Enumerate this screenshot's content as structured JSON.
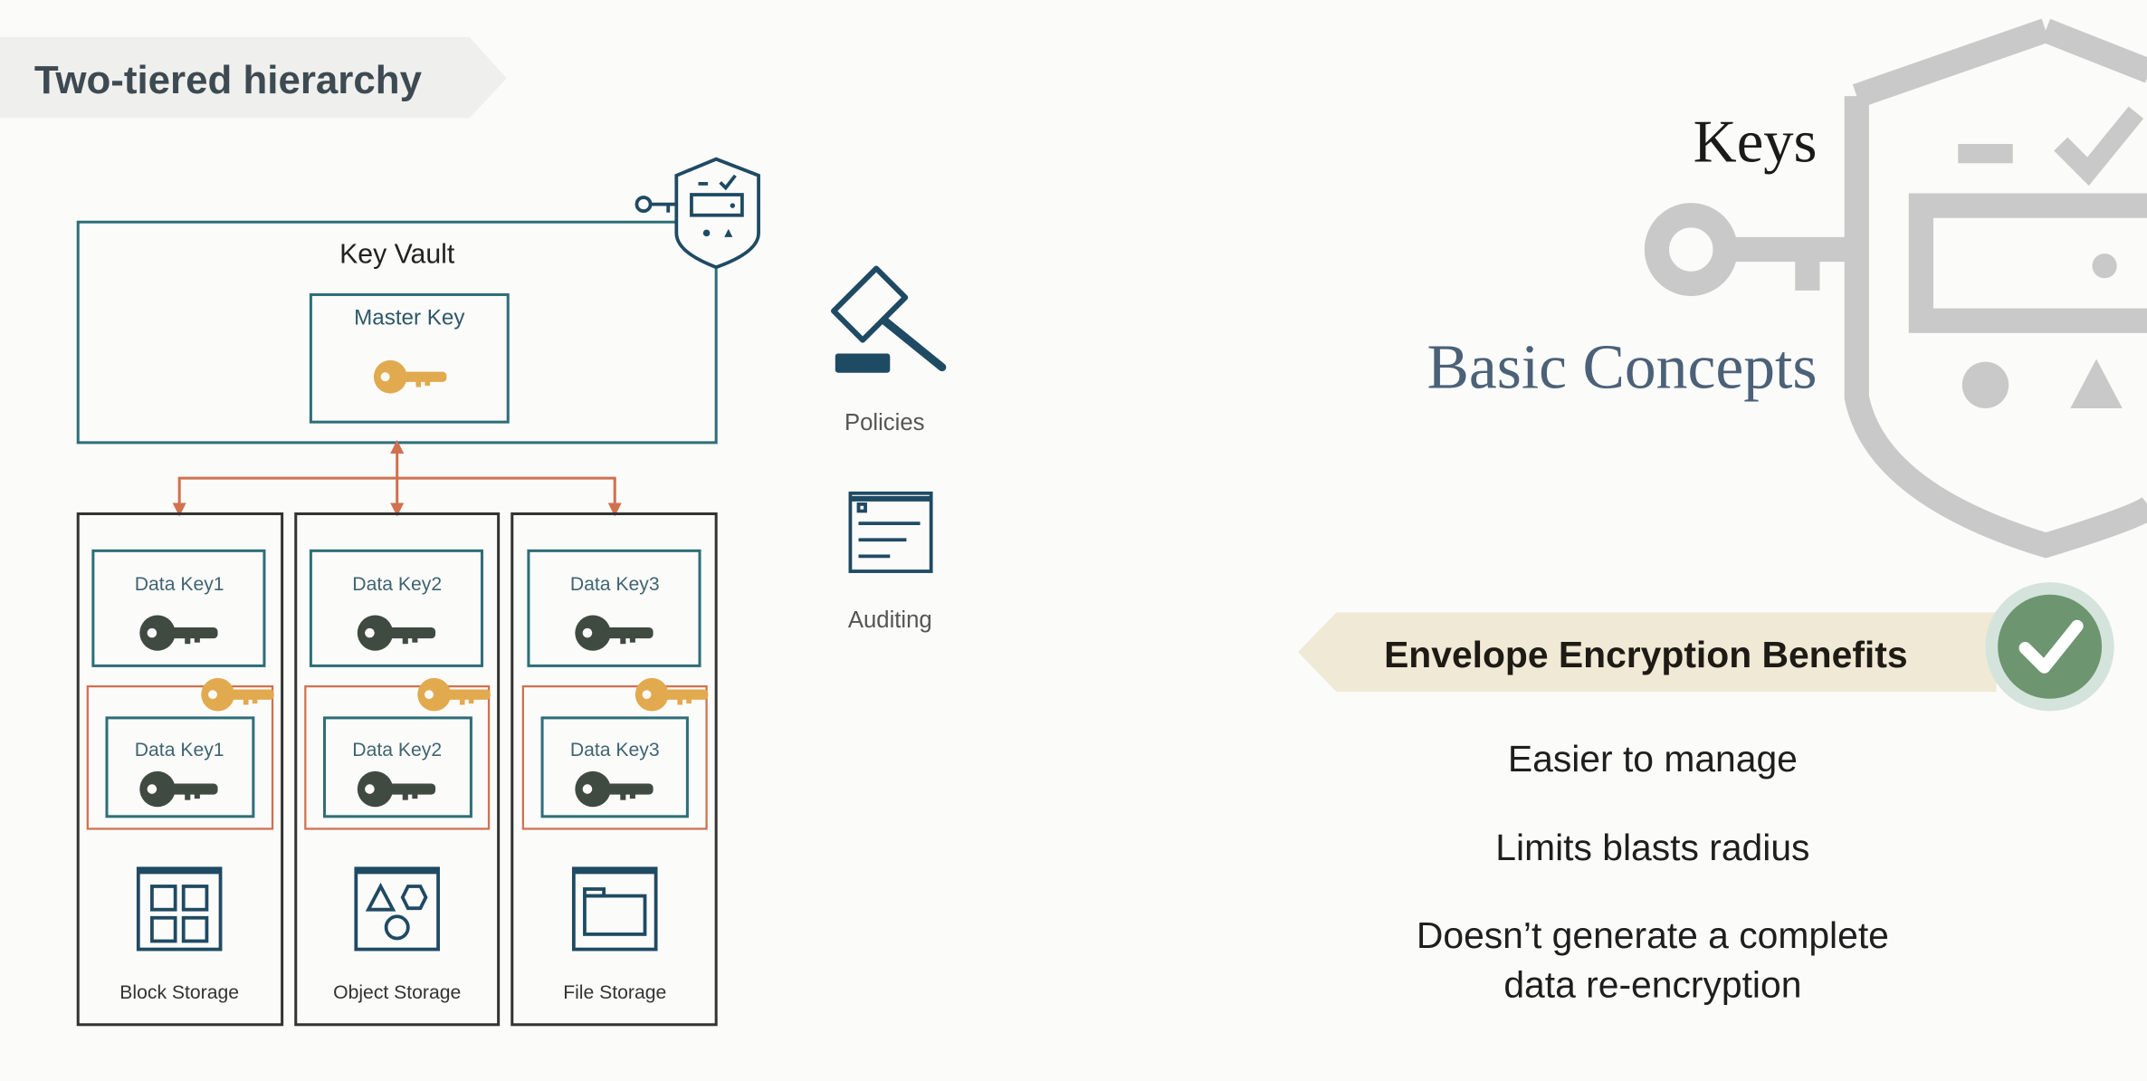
{
  "header": {
    "title": "Two-tiered hierarchy"
  },
  "diagram": {
    "vault_label": "Key Vault",
    "master_key_label": "Master Key",
    "columns": [
      {
        "data_key": "Data Key1",
        "storage": "Block Storage"
      },
      {
        "data_key": "Data Key2",
        "storage": "Object Storage"
      },
      {
        "data_key": "Data Key3",
        "storage": "File Storage"
      }
    ],
    "side_items": [
      {
        "label": "Policies",
        "icon": "gavel-icon"
      },
      {
        "label": "Auditing",
        "icon": "document-icon"
      }
    ]
  },
  "right": {
    "title": "Keys",
    "subtitle": "Basic Concepts",
    "banner": "Envelope Encryption Benefits",
    "benefits": [
      "Easier to manage",
      "Limits blasts radius",
      "Doesn’t generate a complete",
      "data re-encryption"
    ]
  },
  "colors": {
    "teal": "#2e6e78",
    "navy": "#1f4a63",
    "orange": "#d0714f",
    "gold": "#e2aa4f",
    "dark_key": "#3f4a40",
    "subtitle": "#4b6178",
    "banner_bg": "#efe9d5",
    "check_green": "#6d9670"
  }
}
